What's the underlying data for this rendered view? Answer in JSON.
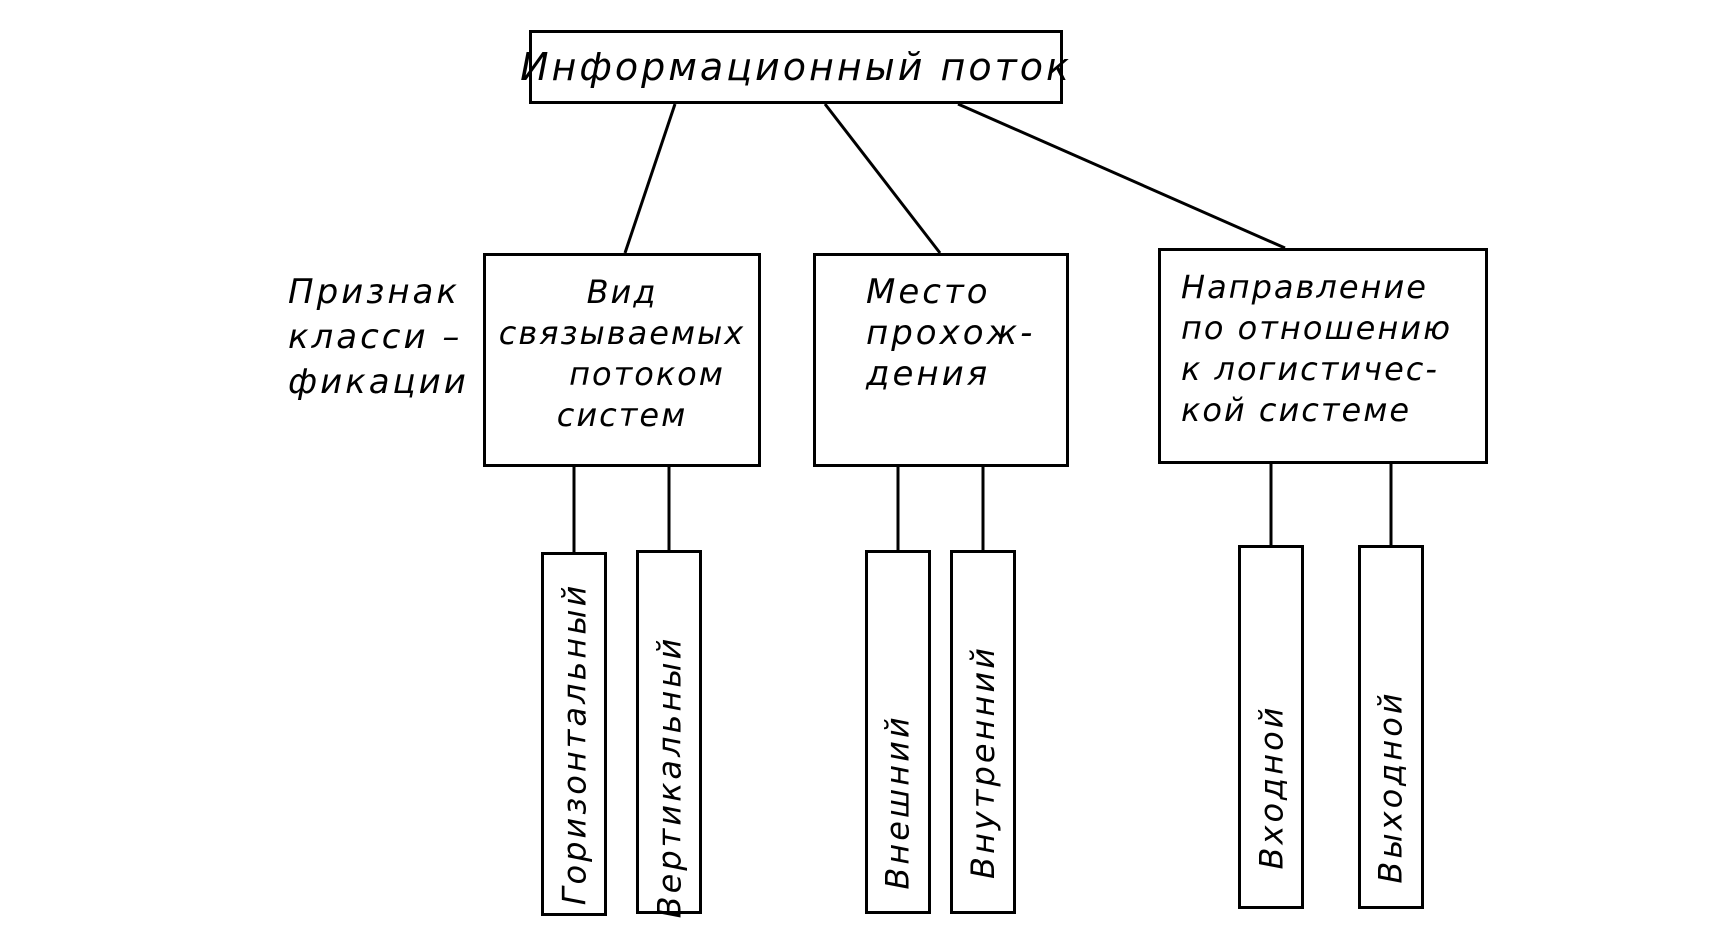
{
  "diagram": {
    "root": {
      "label": "Информационный поток"
    },
    "side_label": {
      "lines": [
        "Признак",
        "класси –",
        "фикации"
      ]
    },
    "categories": [
      {
        "lines": [
          "Вид",
          "связываемых",
          "потоком",
          "систем"
        ],
        "children": [
          "Горизонтальный",
          "Вертикальный"
        ]
      },
      {
        "lines": [
          "Место",
          "прохож-",
          "дения"
        ],
        "children": [
          "Внешний",
          "Внутренний"
        ]
      },
      {
        "lines": [
          "Направление",
          "по отношению",
          "к логистичес-",
          "кой системе"
        ],
        "children": [
          "Входной",
          "Выходной"
        ]
      }
    ]
  },
  "colors": {
    "stroke": "#000000",
    "background": "#ffffff"
  }
}
